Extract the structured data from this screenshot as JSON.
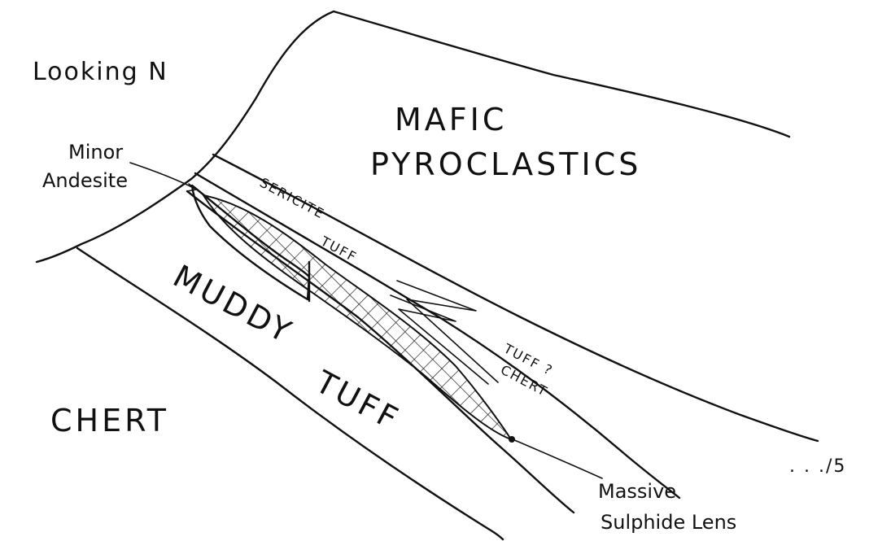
{
  "orientation_label": "Looking N",
  "units": {
    "mafic_line1": "MAFIC",
    "mafic_line2": "PYROCLASTICS",
    "sericite_line1": "SERICITE",
    "sericite_line2": "TUFF",
    "tuff_chert_line1": "TUFF",
    "tuff_chert_line2": "CHERT",
    "tuff_chert_query": "?",
    "muddy_tuff_line1": "MUDDY",
    "muddy_tuff_line2": "TUFF",
    "chert": "CHERT"
  },
  "callouts": {
    "minor_andesite_line1": "Minor",
    "minor_andesite_line2": "Andesite",
    "massive_sulphide_line1": "Massive",
    "massive_sulphide_line2": "Sulphide Lens"
  },
  "page_marker": ". . ./5",
  "colors": {
    "ink": "#111111",
    "paper": "#ffffff"
  }
}
